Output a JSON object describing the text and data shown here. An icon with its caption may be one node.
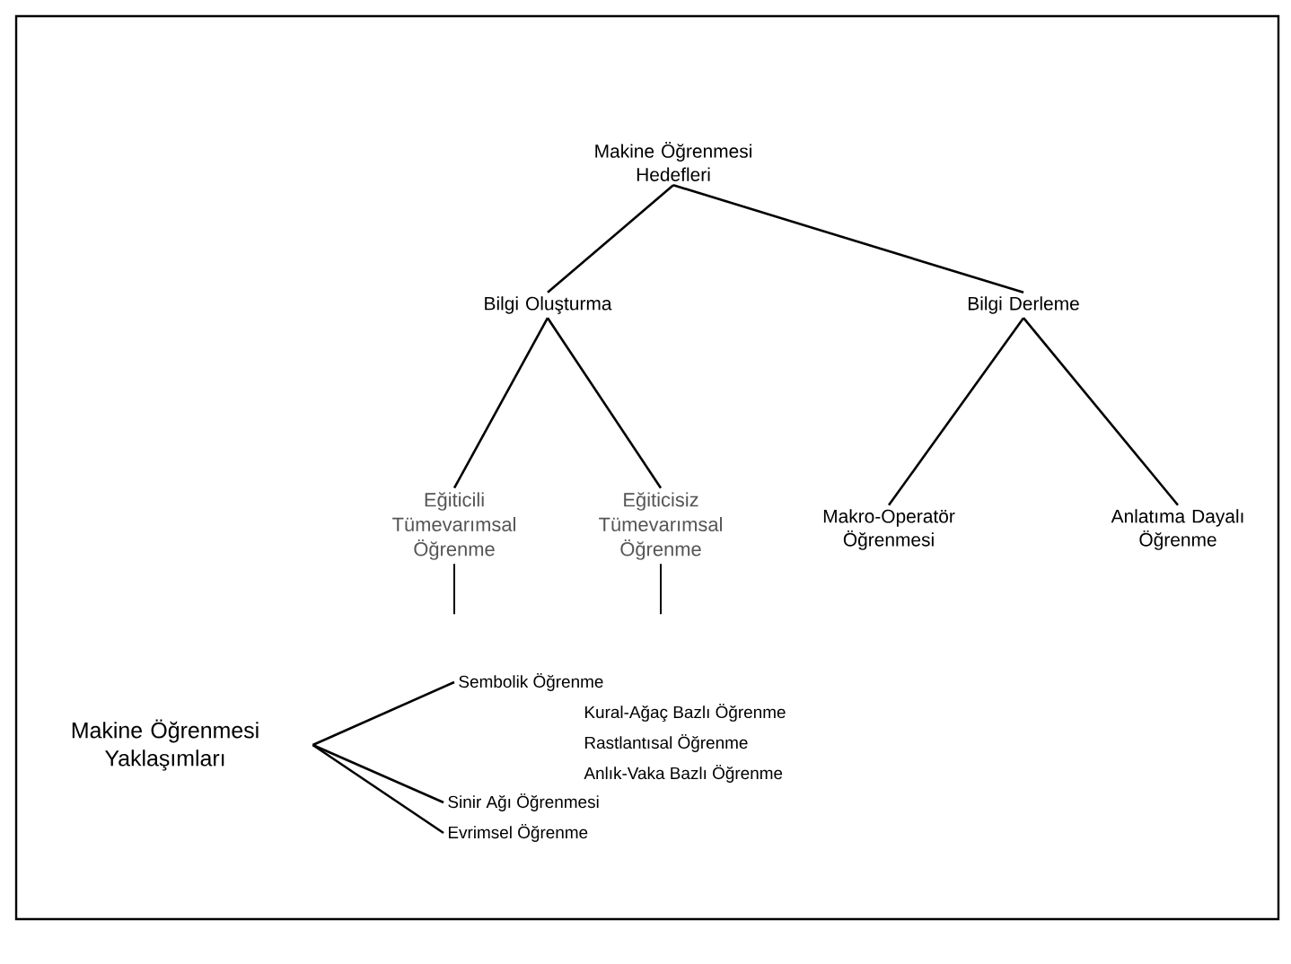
{
  "diagram": {
    "nodes": [
      {
        "text": [
          "Makine Öğrenmesi Hedefleri"
        ]
      },
      {
        "text": [
          "Bilgi Oluşturma"
        ]
      },
      {
        "text": [
          "Bilgi Derleme"
        ]
      },
      {
        "text": [
          "Eğiticili Tümevarımsal Öğrenme"
        ]
      },
      {
        "text": [
          "Eğiticisiz Tümevarımsal Öğrenme"
        ]
      },
      {
        "text": [
          "Makro-Operatör Öğrenmesi"
        ]
      },
      {
        "text": [
          "Anlatıma Dayalı Öğrenme"
        ]
      },
      {
        "text": [
          "Makine Öğrenmesi Yaklaşımları"
        ]
      },
      {
        "text": [
          "Sembolik Öğrenme"
        ]
      },
      {
        "text": [
          "Sinir Ağı Öğrenmesi"
        ]
      },
      {
        "text": [
          "Evrimsel Öğrenme"
        ]
      }
    ],
    "edges": [
      {
        "from": 0,
        "to": 1,
        "arrow": "none"
      },
      {
        "from": 0,
        "to": 2,
        "arrow": "none"
      },
      {
        "from": 1,
        "to": 3,
        "arrow": "none"
      },
      {
        "from": 1,
        "to": 4,
        "arrow": "none"
      },
      {
        "from": 2,
        "to": 5,
        "arrow": "none"
      },
      {
        "from": 2,
        "to": 6,
        "arrow": "none"
      },
      {
        "from": 3,
        "to": null,
        "arrow": "none"
      },
      {
        "from": 4,
        "to": null,
        "arrow": "none"
      },
      {
        "from": 7,
        "to": 8,
        "arrow": "none"
      },
      {
        "from": 7,
        "to": 9,
        "arrow": "none"
      },
      {
        "from": 7,
        "to": 10,
        "arrow": "none"
      }
    ],
    "labels": [
      "Kural-Ağaç Bazlı Öğrenme",
      "Rastlantısal Öğrenme",
      "Anlık-Vaka Bazlı Öğrenme"
    ]
  }
}
